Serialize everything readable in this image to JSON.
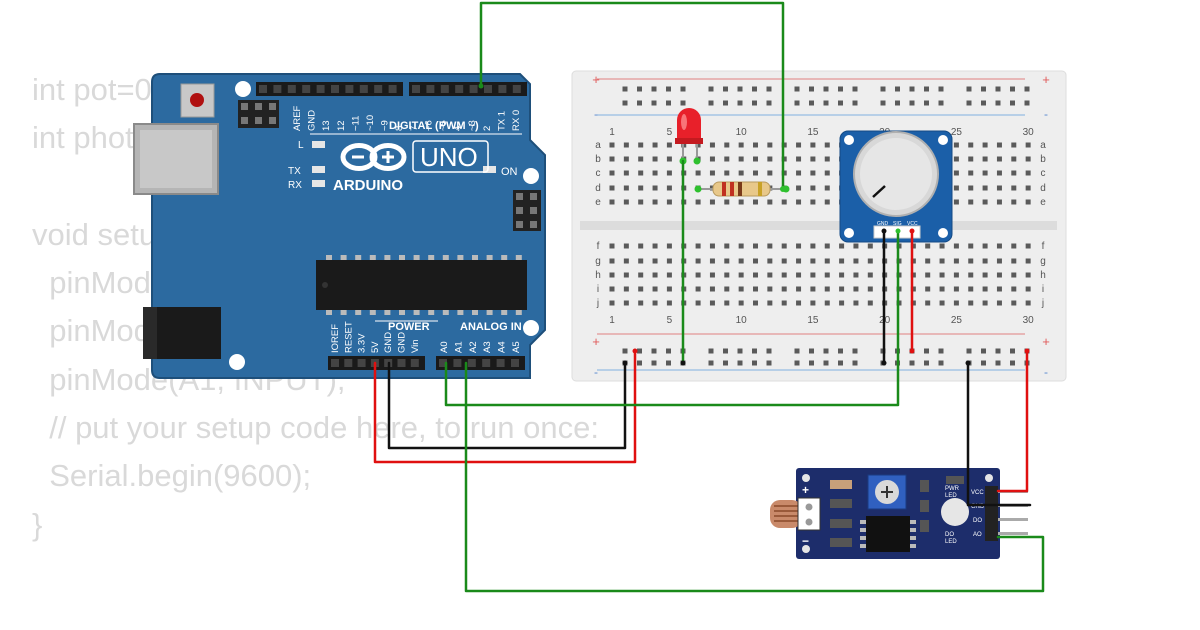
{
  "code_lines": [
    "int pot=0;",
    "int photo;",
    "",
    "void setup() {",
    "  pinMode(3, OUTPUT);",
    "  pinMode(A0, INPUT);",
    "  pinMode(A1, INPUT);",
    "  // put your setup code here, to run once:",
    "  Serial.begin(9600);",
    "}"
  ],
  "arduino": {
    "brand": "ARDUINO",
    "model": "UNO",
    "on": "ON",
    "l": "L",
    "tx": "TX",
    "rx": "RX",
    "digital_label": "DIGITAL (PWM ~)",
    "power_label": "POWER",
    "analog_label": "ANALOG IN",
    "digital_pins": [
      "AREF",
      "GND",
      "13",
      "12",
      "~11",
      "~10",
      "~9",
      "8",
      "7",
      "~6",
      "~5",
      "4",
      "~3",
      "2",
      "TX 1",
      "RX 0"
    ],
    "power_pins": [
      "IOREF",
      "RESET",
      "3.3V",
      "5V",
      "GND",
      "GND",
      "Vin"
    ],
    "analog_pins": [
      "A0",
      "A1",
      "A2",
      "A3",
      "A4",
      "A5"
    ]
  },
  "breadboard": {
    "col_numbers": [
      "1",
      "5",
      "10",
      "15",
      "20",
      "25",
      "30"
    ],
    "rows_top": [
      "a",
      "b",
      "c",
      "d",
      "e"
    ],
    "rows_bottom": [
      "f",
      "g",
      "h",
      "i",
      "j"
    ],
    "plus": "+",
    "minus": "-"
  },
  "pot_module": {
    "pins": [
      "GND",
      "SIG",
      "VCC"
    ]
  },
  "ldr_module": {
    "pins": [
      "VCC",
      "GND",
      "DO",
      "AO"
    ],
    "pwr_led": [
      "PWR",
      "LED"
    ],
    "do_led": [
      "DO",
      "LED"
    ],
    "plus": "+",
    "minus": "−"
  },
  "colors": {
    "board_blue": "#2c6aa0",
    "board_dark": "#1e4f7a",
    "wire_green": "#1a8a1a",
    "wire_red": "#e01010",
    "wire_black": "#111111",
    "breadboard": "#eeeeee",
    "module_navy": "#1d2d6b",
    "led_red": "#e8202a"
  }
}
